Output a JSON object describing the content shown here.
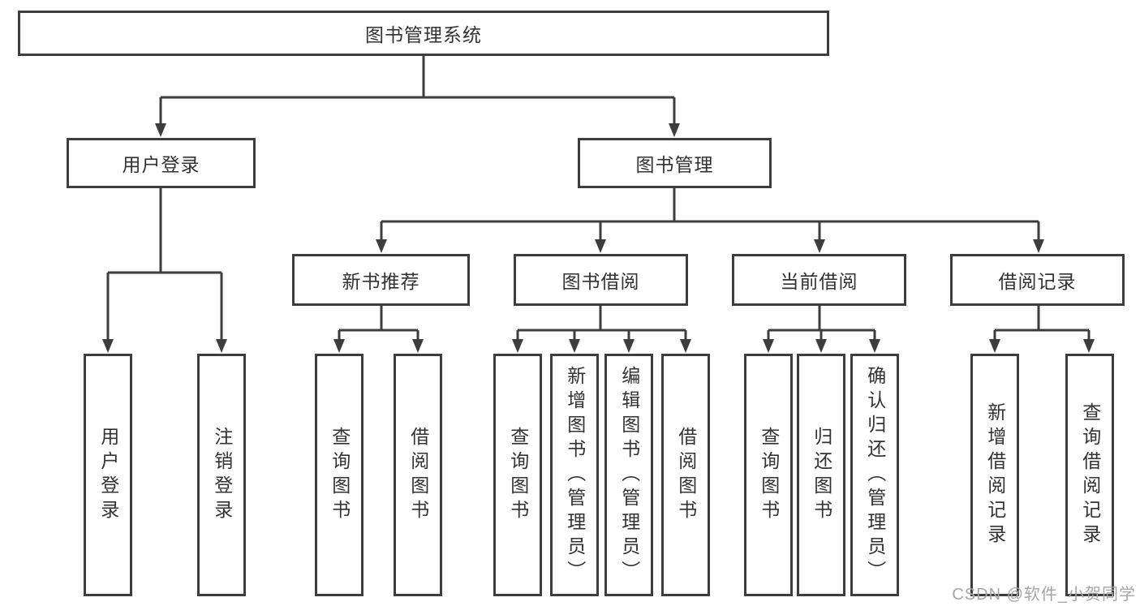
{
  "colors": {
    "line": "#3d3d3d",
    "text": "#323232",
    "watermark": "#a6a6a6",
    "background": "#ffffff"
  },
  "diagram": {
    "root": {
      "label": "图书管理系统"
    },
    "level2": [
      {
        "label": "用户登录"
      },
      {
        "label": "图书管理"
      }
    ],
    "level3": [
      {
        "label": "新书推荐",
        "parent": "图书管理"
      },
      {
        "label": "图书借阅",
        "parent": "图书管理"
      },
      {
        "label": "当前借阅",
        "parent": "图书管理"
      },
      {
        "label": "借阅记录",
        "parent": "图书管理"
      }
    ],
    "leaves": [
      {
        "label": "用户登录",
        "parent": "用户登录"
      },
      {
        "label": "注销登录",
        "parent": "用户登录"
      },
      {
        "label": "查询图书",
        "parent": "新书推荐"
      },
      {
        "label": "借阅图书",
        "parent": "新书推荐"
      },
      {
        "label": "查询图书",
        "parent": "图书借阅"
      },
      {
        "label": "新增图书（管理员）",
        "parent": "图书借阅"
      },
      {
        "label": "编辑图书（管理员）",
        "parent": "图书借阅"
      },
      {
        "label": "借阅图书",
        "parent": "图书借阅"
      },
      {
        "label": "查询图书",
        "parent": "当前借阅"
      },
      {
        "label": "归还图书",
        "parent": "当前借阅"
      },
      {
        "label": "确认归还（管理员）",
        "parent": "当前借阅"
      },
      {
        "label": "新增借阅记录",
        "parent": "借阅记录"
      },
      {
        "label": "查询借阅记录",
        "parent": "借阅记录"
      }
    ]
  },
  "watermark": "CSDN @软件_小贺同学"
}
